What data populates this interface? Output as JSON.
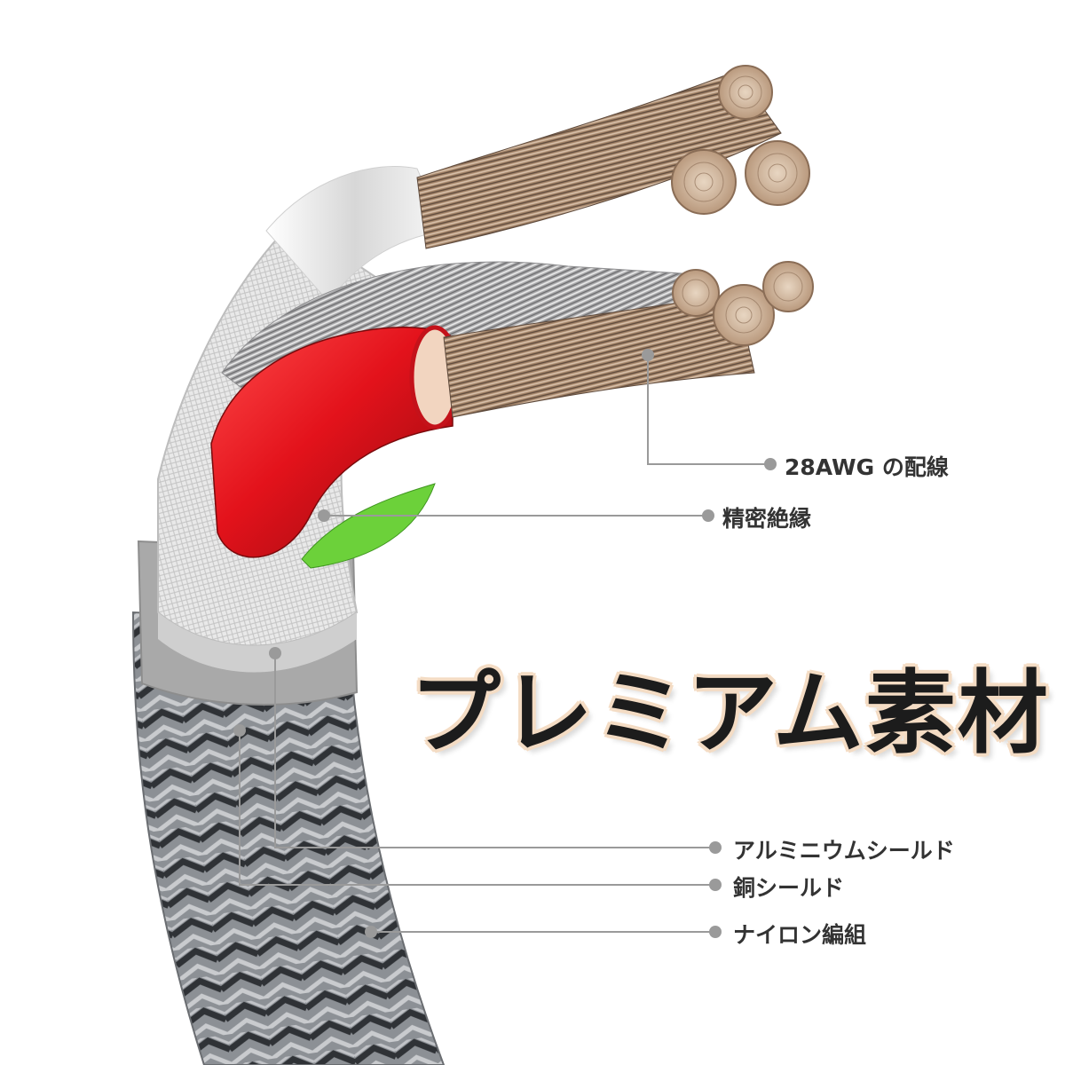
{
  "headline": "プレミアム素材",
  "callouts": [
    {
      "label": "28AWG の配線"
    },
    {
      "label": "精密絶縁"
    },
    {
      "label": "アルミニウムシールド"
    },
    {
      "label": "銅シールド"
    },
    {
      "label": "ナイロン編組"
    }
  ],
  "colors": {
    "copper": "#b89a7c",
    "copper_dark": "#6f5847",
    "silver_wire": "#b9b9bb",
    "red_insulation": "#e3121b",
    "green_insulation": "#6cd13a",
    "aluminum": "#d9d9d9",
    "copper_shield_band": "#a9a9a9",
    "nylon_braid": "#8a8e93",
    "callout_line": "#9a9a9a",
    "headline_outline": "#f4dcc4"
  }
}
